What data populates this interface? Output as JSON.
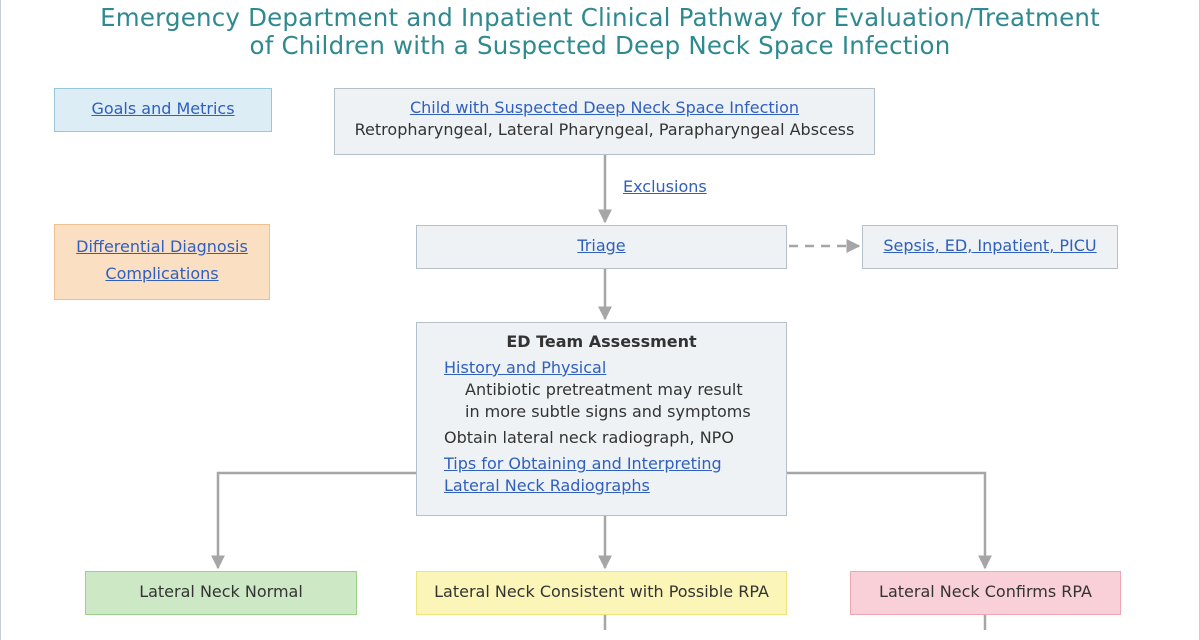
{
  "title": {
    "line1": "Emergency Department and Inpatient Clinical Pathway for Evaluation/Treatment",
    "line2": "of Children with a Suspected Deep Neck Space Infection"
  },
  "side": {
    "goals": "Goals and Metrics",
    "differential": "Differential Diagnosis",
    "complications": "Complications"
  },
  "nodes": {
    "child_link": "Child with Suspected Deep Neck Space Infection",
    "child_sub": "Retropharyngeal, Lateral Pharyngeal, Parapharyngeal Abscess",
    "exclusions": "Exclusions",
    "triage": "Triage",
    "sepsis": "Sepsis, ED, Inpatient, PICU",
    "ed": {
      "heading": "ED Team Assessment",
      "history": "History and Physical",
      "antibiotic_1": "Antibiotic pretreatment may result",
      "antibiotic_2": "in more subtle signs and symptoms",
      "obtain": "Obtain lateral neck radiograph, NPO",
      "tips_1": "Tips for Obtaining and Interpreting",
      "tips_2": "Lateral Neck Radiographs"
    },
    "normal": "Lateral Neck Normal",
    "possible": "Lateral Neck Consistent with Possible RPA",
    "confirms": "Lateral Neck Confirms RPA"
  },
  "colors": {
    "title": "#2f8a90",
    "link": "#2f5fbf",
    "connector": "#a6a6a6",
    "goals_fill": "#dcedf5",
    "ddx_fill": "#fbdfc3",
    "normal_fill": "#cde8c4",
    "possible_fill": "#fbf6b8",
    "confirms_fill": "#f9cfd8"
  }
}
